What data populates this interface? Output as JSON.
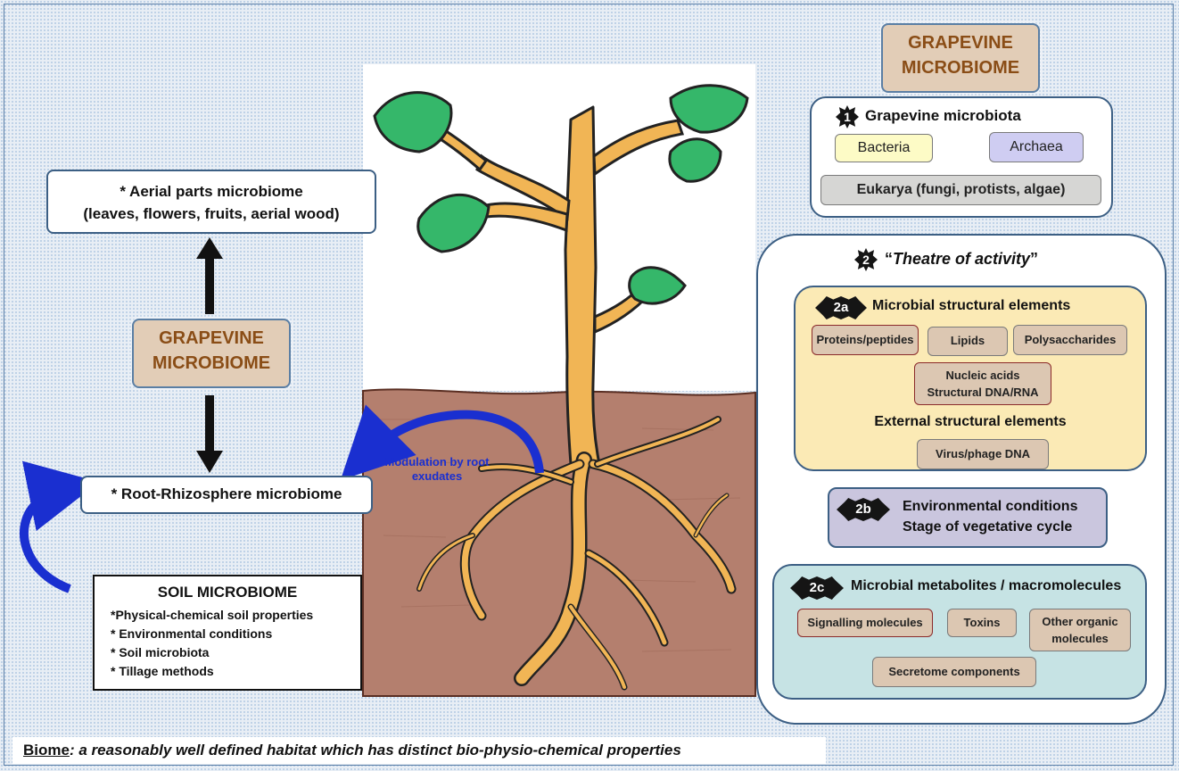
{
  "left": {
    "aerial_box": {
      "line1": "* Aerial parts microbiome",
      "line2": "(leaves, flowers, fruits, aerial wood)"
    },
    "center_title": {
      "line1": "GRAPEVINE",
      "line2": "MICROBIOME"
    },
    "root_box": "* Root-Rhizosphere microbiome",
    "soil_box": {
      "title": "SOIL MICROBIOME",
      "items": [
        "*Physical-chemical soil properties",
        "* Environmental conditions",
        "* Soil microbiota",
        "* Tillage methods"
      ]
    }
  },
  "plant": {
    "modulation_label_line1": "Modulation by root",
    "modulation_label_line2": "exudates"
  },
  "right": {
    "title": {
      "line1": "GRAPEVINE",
      "line2": "MICROBIOME"
    },
    "microbiota": {
      "badge": "1",
      "heading": "Grapevine microbiota",
      "bacteria": "Bacteria",
      "archaea": "Archaea",
      "eukarya": "Eukarya (fungi, protists, algae)"
    },
    "theatre": {
      "badge": "2",
      "heading_prefix": "“",
      "heading_text": "Theatre of activity",
      "heading_suffix": "”",
      "structural": {
        "badge": "2a",
        "heading": "Microbial structural elements",
        "proteins": "Proteins/peptides",
        "lipids": "Lipids",
        "polysaccharides": "Polysaccharides",
        "nucleic_line1": "Nucleic acids",
        "nucleic_line2": "Structural DNA/RNA",
        "external_heading": "External structural elements",
        "virus": "Virus/phage DNA"
      },
      "environment": {
        "badge": "2b",
        "line1": "Environmental conditions",
        "line2": "Stage of vegetative cycle"
      },
      "metabolites": {
        "badge": "2c",
        "heading": "Microbial metabolites / macromolecules",
        "signalling": "Signalling molecules",
        "toxins": "Toxins",
        "other_line1": "Other organic",
        "other_line2": "molecules",
        "secretome": "Secretome components"
      }
    }
  },
  "footer": {
    "term": "Biome",
    "definition": ": a reasonably well defined habitat which has distinct bio-physio-chemical properties"
  },
  "colors": {
    "soil": "#b47f6e",
    "stem": "#f1b555",
    "leaf": "#35b76a",
    "arrow_blue": "#1a2fd0",
    "box_border": "#3c5f84",
    "structural_bg": "#fbeab5",
    "environment_bg": "#cac6de",
    "metabolites_bg": "#c6e3e4"
  }
}
